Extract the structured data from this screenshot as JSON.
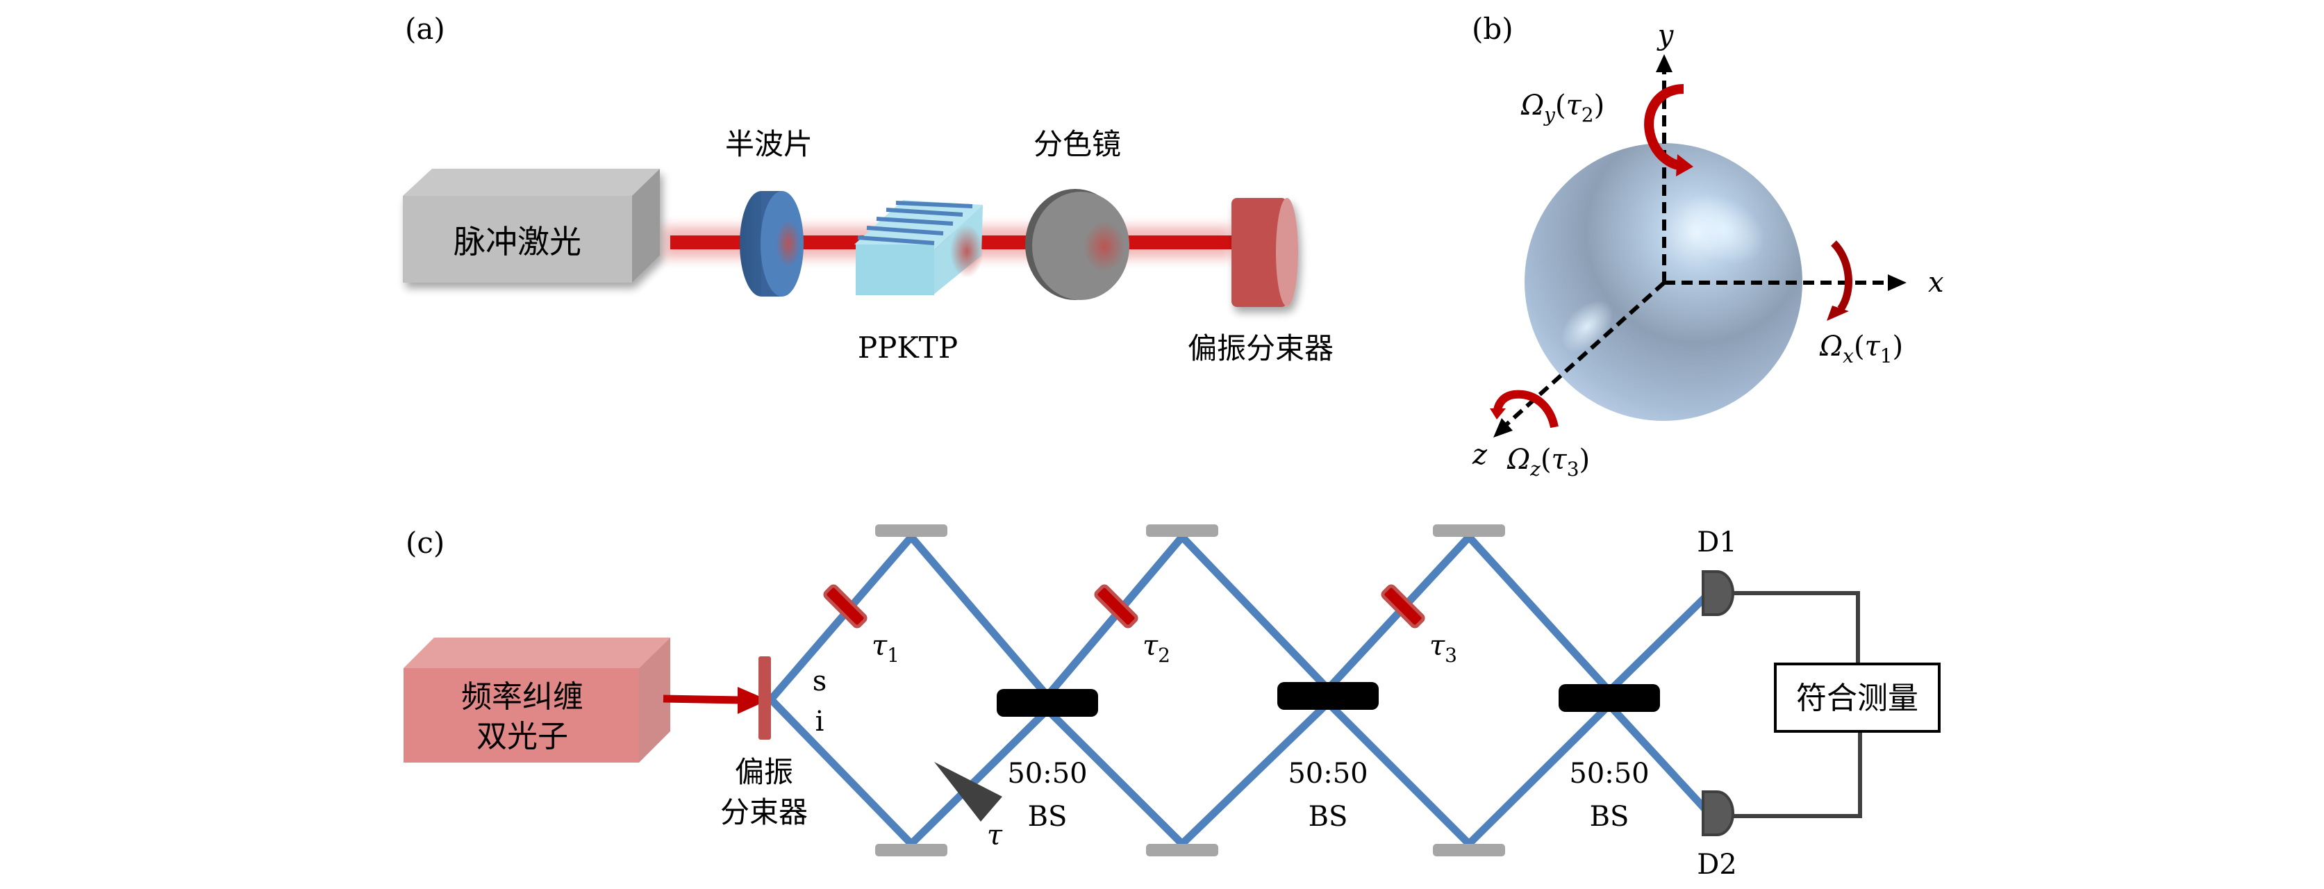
{
  "panels": {
    "a": {
      "label": "(a)",
      "laser_label": "脉冲激光",
      "hwp_label": "半波片",
      "crystal_label": "PPKTP",
      "dichroic_label": "分色镜",
      "pbs_label": "偏振分束器"
    },
    "b": {
      "label": "(b)",
      "axis_x": "x",
      "axis_y": "y",
      "axis_z": "z",
      "rot_x": {
        "omega": "Ω",
        "sub": "x",
        "arg": "τ",
        "arg_sub": "1"
      },
      "rot_y": {
        "omega": "Ω",
        "sub": "y",
        "arg": "τ",
        "arg_sub": "2"
      },
      "rot_z": {
        "omega": "Ω",
        "sub": "z",
        "arg": "τ",
        "arg_sub": "3"
      }
    },
    "c": {
      "label": "(c)",
      "source_line1": "频率纠缠",
      "source_line2": "双光子",
      "pbs_line1": "偏振",
      "pbs_line2": "分束器",
      "signal": "s",
      "idler": "i",
      "delay": "τ",
      "phase_plates": [
        {
          "sym": "τ",
          "sub": "1"
        },
        {
          "sym": "τ",
          "sub": "2"
        },
        {
          "sym": "τ",
          "sub": "3"
        }
      ],
      "beam_splitters": [
        {
          "ratio": "50:50",
          "name": "BS"
        },
        {
          "ratio": "50:50",
          "name": "BS"
        },
        {
          "ratio": "50:50",
          "name": "BS"
        }
      ],
      "detector1": "D1",
      "detector2": "D2",
      "coincidence": "符合测量"
    }
  },
  "colors": {
    "beam_blue": "#4f81bd",
    "laser_red": "#d01010",
    "plate_red": "#c00000",
    "plate_border": "#c0504d",
    "mirror_gray": "#a6a6a6",
    "detector_gray": "#595959",
    "source_pink": "#e08787",
    "laser_box_gray": "#bfbfbf"
  }
}
